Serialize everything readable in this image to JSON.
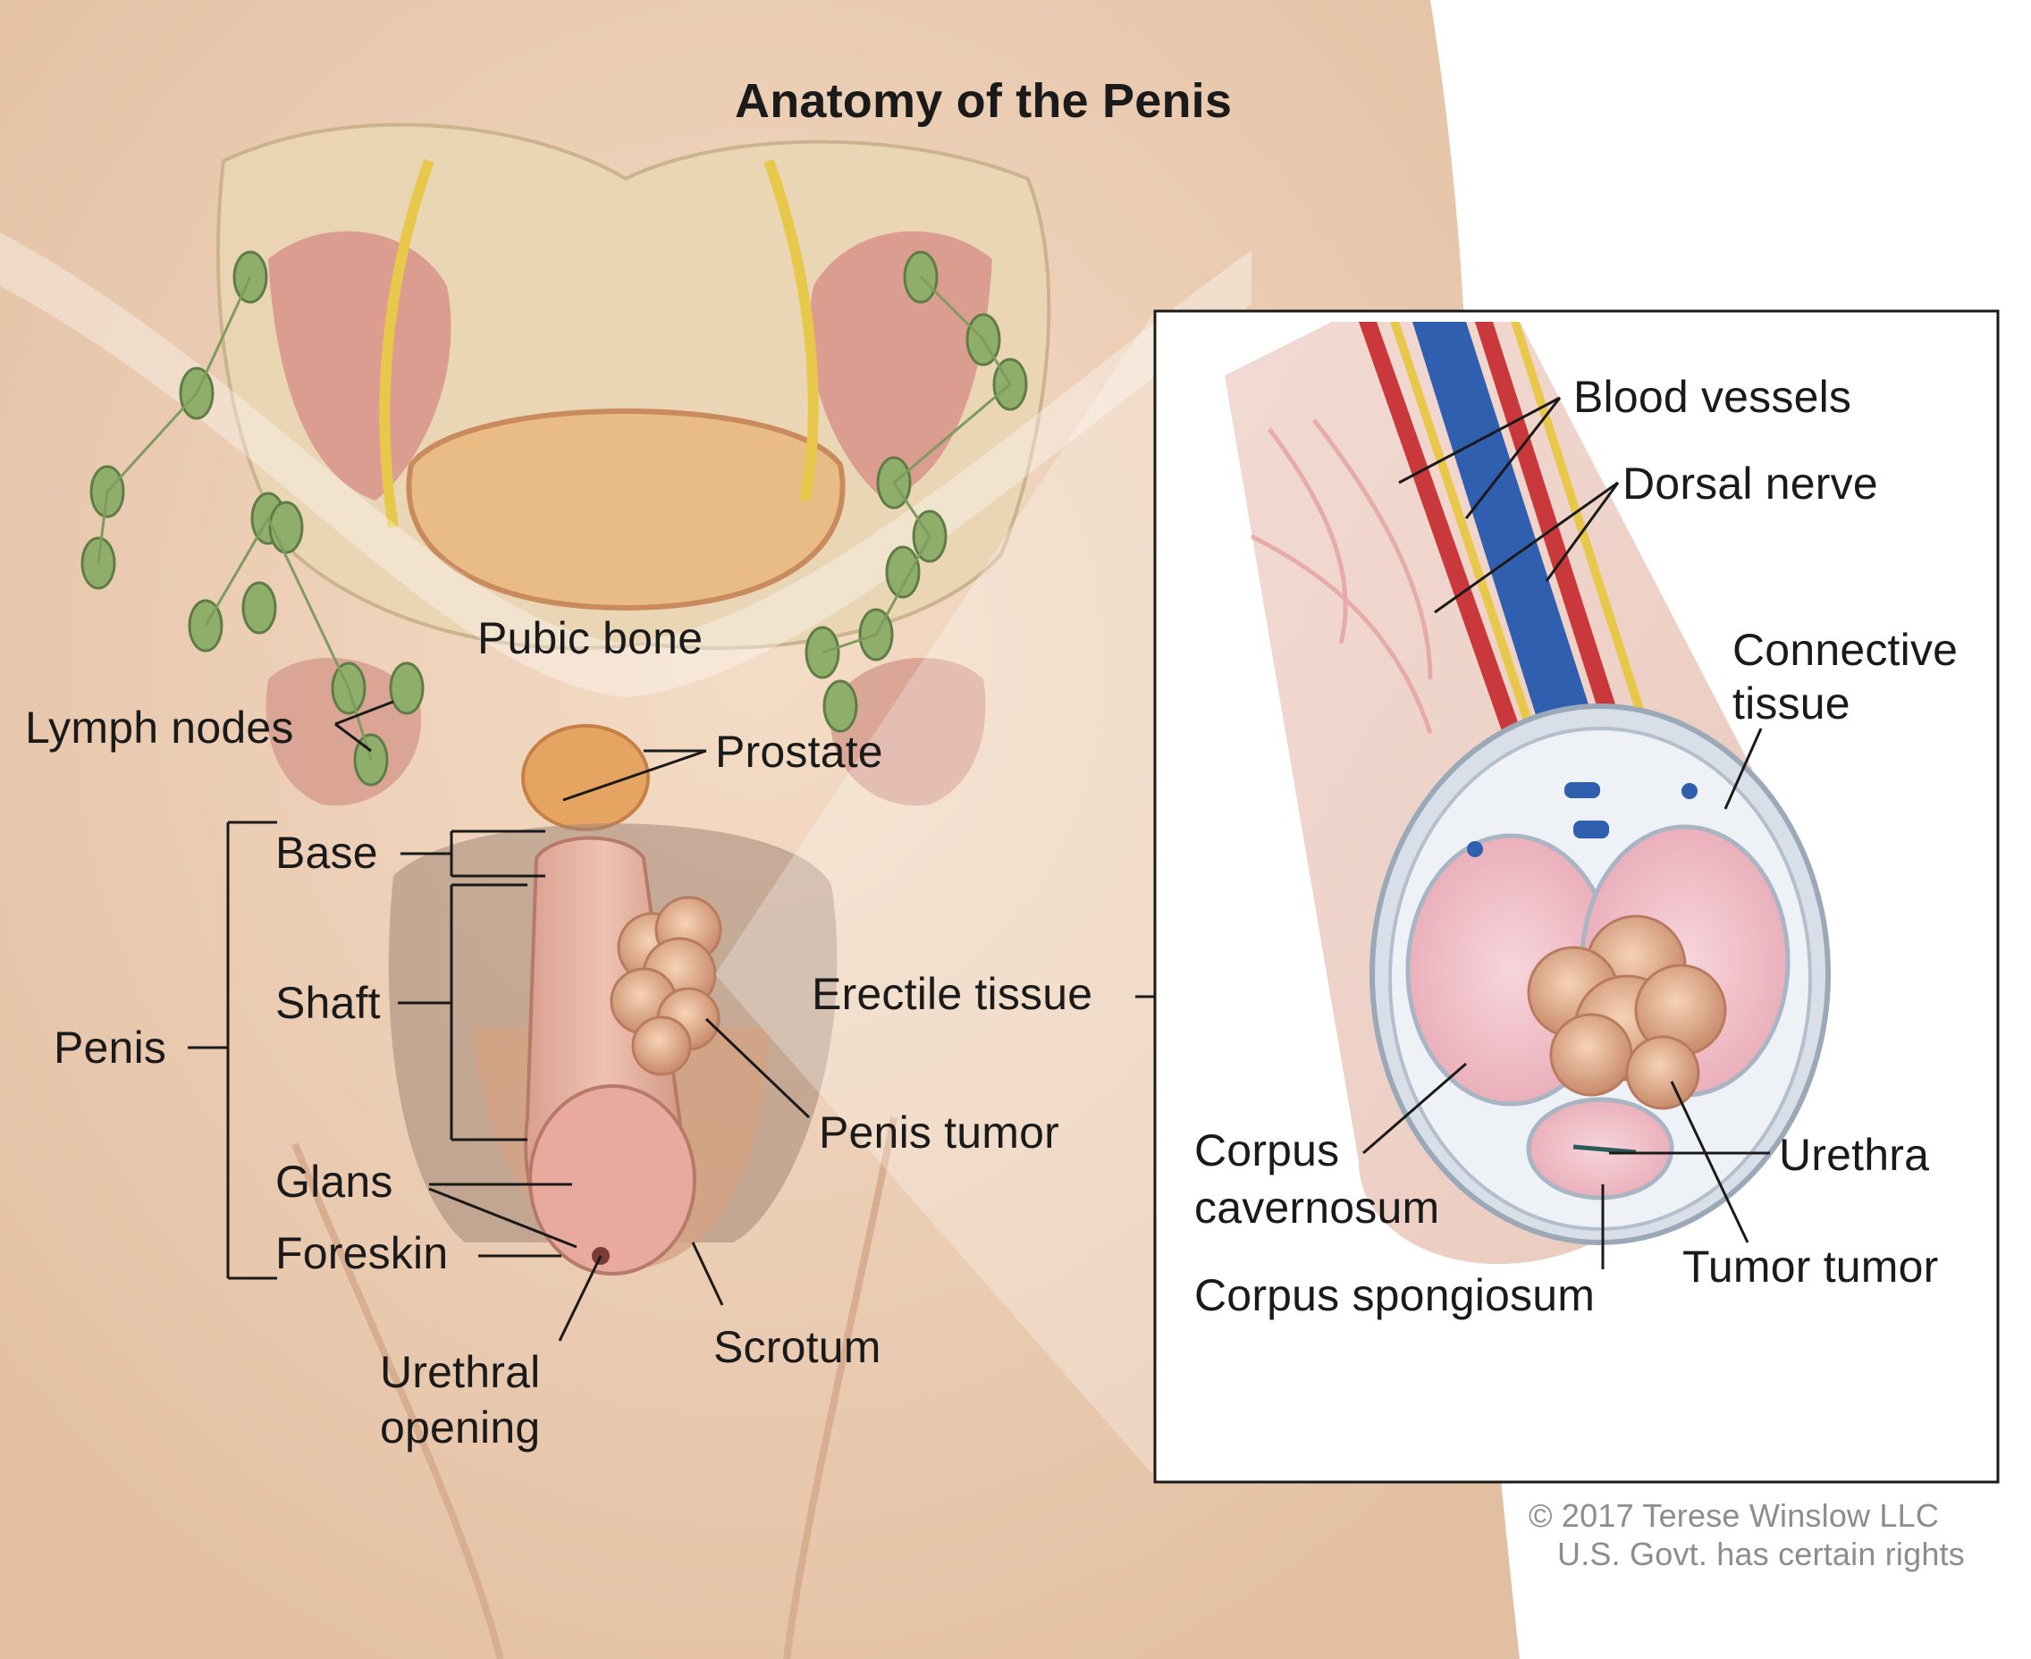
{
  "title": "Anatomy of the Penis",
  "labels": {
    "pubic_bone": "Pubic bone",
    "lymph_nodes": "Lymph nodes",
    "prostate": "Prostate",
    "base": "Base",
    "shaft": "Shaft",
    "penis": "Penis",
    "glans": "Glans",
    "foreskin": "Foreskin",
    "urethral_opening_line1": "Urethral",
    "urethral_opening_line2": "opening",
    "scrotum": "Scrotum",
    "penis_tumor": "Penis tumor",
    "erectile_tissue": "Erectile tissue"
  },
  "inset_labels": {
    "blood_vessels": "Blood vessels",
    "dorsal_nerve": "Dorsal nerve",
    "connective_tissue_line1": "Connective",
    "connective_tissue_line2": "tissue",
    "corpus_cavernosum_line1": "Corpus",
    "corpus_cavernosum_line2": "cavernosum",
    "urethra": "Urethra",
    "tumor": "Tumor tumor",
    "corpus_spongiosum": "Corpus spongiosum"
  },
  "credit": {
    "line1": "© 2017 Terese Winslow LLC",
    "line2": "U.S. Govt. has certain rights"
  },
  "colors": {
    "skin": "#efd3ba",
    "muscle": "#d9908a",
    "lymph": "#8fae6a",
    "nerve": "#e8c84a",
    "artery": "#c9383a",
    "vein": "#2f5fae",
    "tumor": "#e7b28e"
  }
}
